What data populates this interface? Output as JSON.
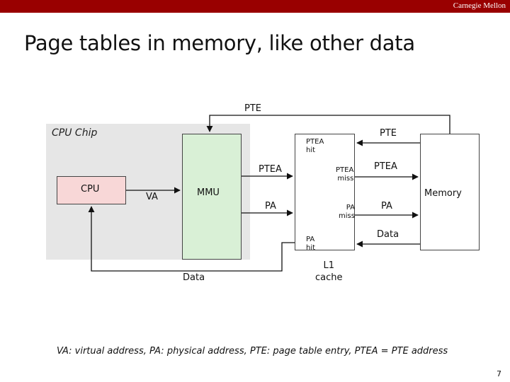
{
  "header": {
    "brand": "Carnegie Mellon"
  },
  "slide": {
    "title": "Page tables in memory, like other data",
    "footnote": "VA: virtual address, PA: physical address, PTE: page table entry, PTEA = PTE address",
    "page_number": "7"
  },
  "diagram": {
    "chip_label": "CPU Chip",
    "blocks": {
      "cpu": "CPU",
      "mmu": "MMU",
      "l1": "L1\ncache",
      "memory": "Memory"
    },
    "labels": {
      "pte_top": "PTE",
      "pte_mem": "PTE",
      "ptea_hit": "PTEA\nhit",
      "ptea_mmu": "PTEA",
      "ptea_miss": "PTEA\nmiss",
      "ptea_mem": "PTEA",
      "va": "VA",
      "pa_mmu": "PA",
      "pa_miss": "PA\nmiss",
      "pa_mem": "PA",
      "pa_hit": "PA\nhit",
      "data_mem": "Data",
      "data_cpu": "Data"
    }
  },
  "colors": {
    "accent_bar": "#990000",
    "chip_bg": "#e6e6e6",
    "cpu_fill": "#f8d7d7",
    "mmu_fill": "#d9f0d6"
  }
}
